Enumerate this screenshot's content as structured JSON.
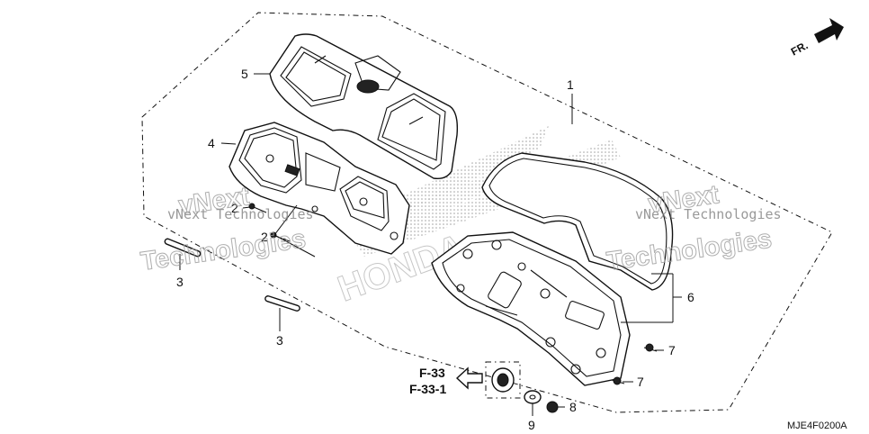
{
  "callouts": {
    "c1": "1",
    "c2a": "2",
    "c2b": "2",
    "c3a": "3",
    "c3b": "3",
    "c4": "4",
    "c5": "5",
    "c6": "6",
    "c7a": "7",
    "c7b": "7",
    "c8": "8",
    "c9": "9"
  },
  "references": {
    "ref1": "F-33",
    "ref2": "F-33-1"
  },
  "direction_label": "FR.",
  "diagram_code": "MJE4F0200A",
  "watermarks": {
    "small_left": "vNext Technologies",
    "large_left": "Technologies",
    "small_right": "vNext Technologies",
    "large_right": "Technologies",
    "top_left": "vNext",
    "top_right": "vNext"
  },
  "colors": {
    "line": "#111111",
    "background": "#ffffff",
    "watermark": "#9a9a9a"
  }
}
